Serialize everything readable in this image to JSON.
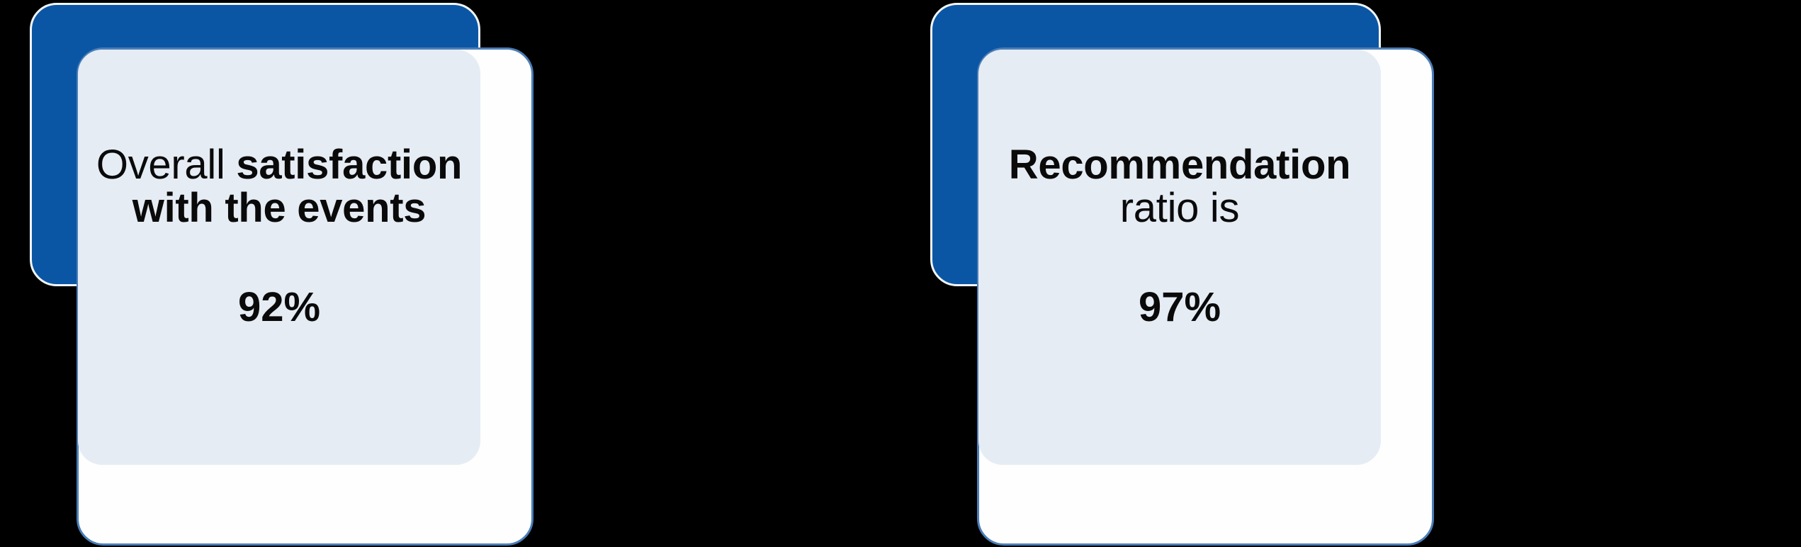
{
  "theme": {
    "background": "#000000",
    "accent_blue": "#0B56A4",
    "panel_tint": "#E6ECF4",
    "panel_white": "#FDFEFD",
    "border_blue": "#4A7EB8",
    "text_color": "#0A0A0A"
  },
  "cards": [
    {
      "id": "overall-satisfaction",
      "headline_regular": "Overall ",
      "headline_bold": "satisfaction",
      "headline_line2": "with the events",
      "metric": "92%"
    },
    {
      "id": "recommendation-ratio",
      "headline_regular": "",
      "headline_bold": "Recommendation",
      "headline_line2": "ratio is",
      "metric": "97%"
    }
  ]
}
